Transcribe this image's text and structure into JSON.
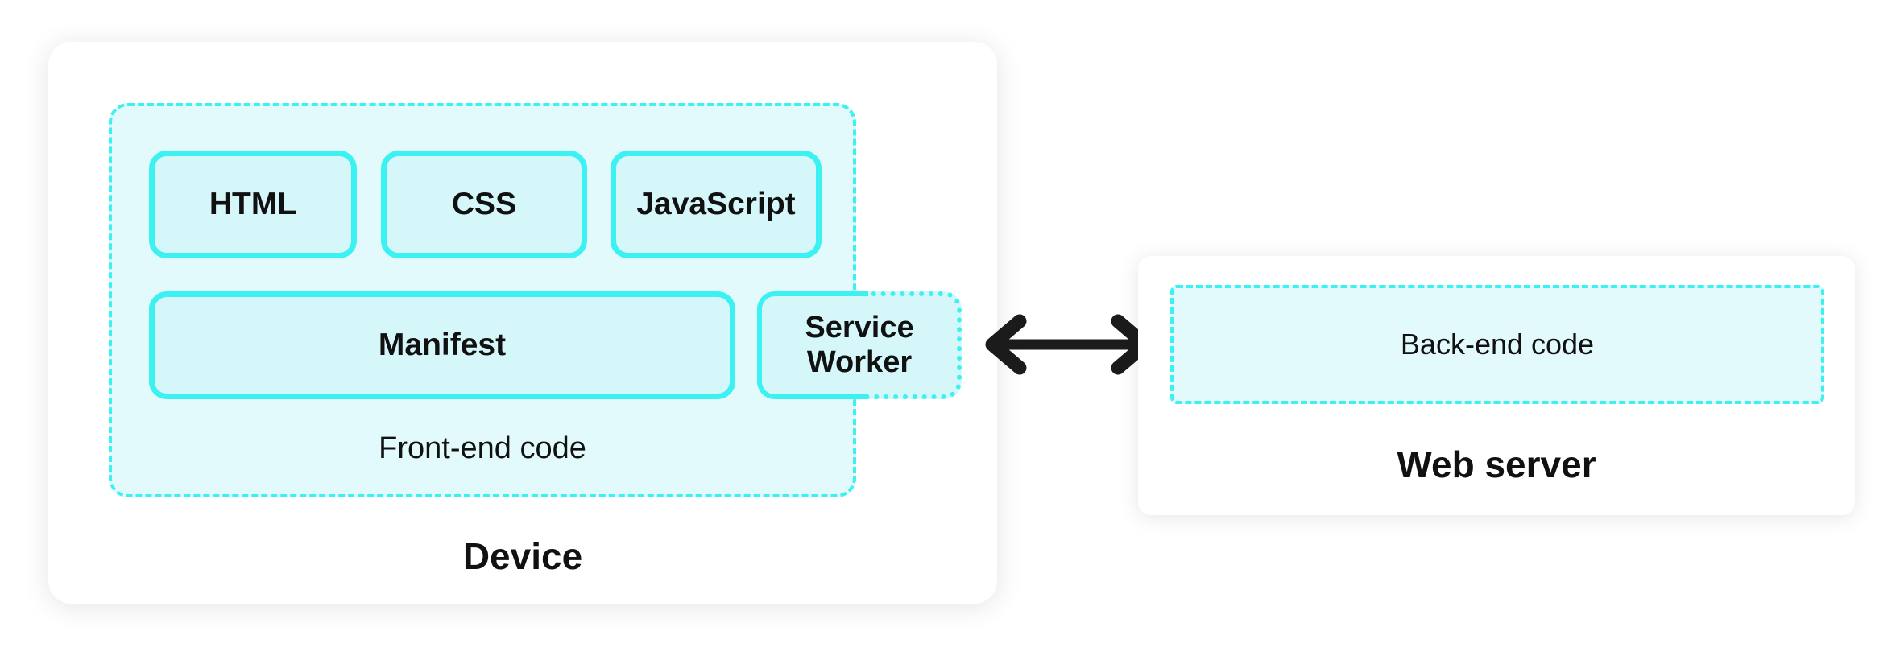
{
  "device": {
    "label": "Device",
    "frontend": {
      "label": "Front-end code",
      "boxes": [
        "HTML",
        "CSS",
        "JavaScript"
      ],
      "manifest": "Manifest",
      "service_worker": "Service Worker"
    }
  },
  "web_server": {
    "label": "Web server",
    "backend": "Back-end code"
  },
  "icons": {
    "arrow": "double-headed-arrow"
  },
  "colors": {
    "accent": "#3bf1f1",
    "container-fill": "#e2fafc",
    "box-fill": "#d5f7fa",
    "panel-bg": "#ffffff",
    "arrow": "#1b1b1b",
    "text": "#111111"
  }
}
